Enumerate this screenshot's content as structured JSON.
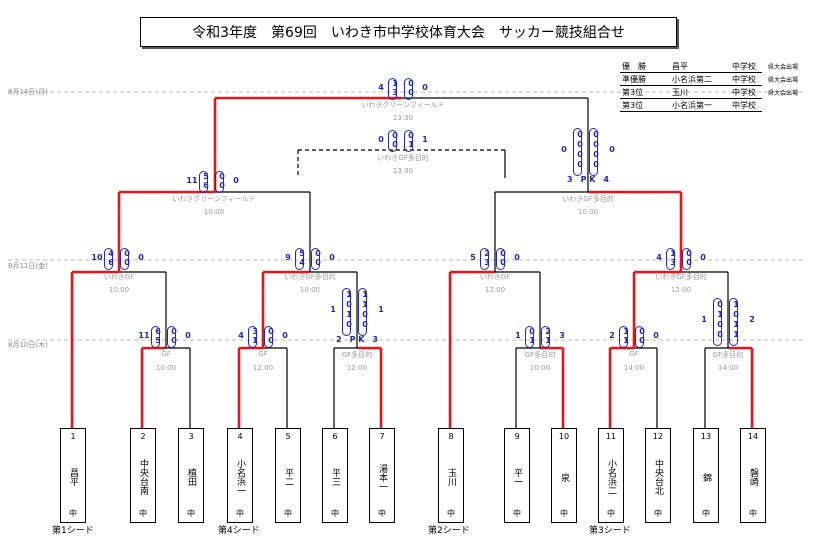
{
  "title": "令和3年度　第69回　いわき市中学校体育大会　サッカー競技組合せ",
  "results": [
    {
      "rank": "優　勝",
      "team": "昌平",
      "suffix": "中学校",
      "note": "県大会出場"
    },
    {
      "rank": "準優勝",
      "team": "小名浜第二",
      "suffix": "中学校",
      "note": "県大会出場"
    },
    {
      "rank": "第3位",
      "team": "玉川",
      "suffix": "中学校",
      "note": "県大会出場"
    },
    {
      "rank": "第3位",
      "team": "小名浜第一",
      "suffix": "中学校",
      "note": ""
    }
  ],
  "dates": {
    "d14": "8月14日(月)",
    "d11": "8月11日(金)",
    "d10": "8月10日(木)"
  },
  "teams": [
    {
      "no": "1",
      "name": "昌平",
      "suffix": "中"
    },
    {
      "no": "2",
      "name": "中央台南",
      "suffix": "中"
    },
    {
      "no": "3",
      "name": "植田",
      "suffix": "中"
    },
    {
      "no": "4",
      "name": "小名浜一",
      "suffix": "中"
    },
    {
      "no": "5",
      "name": "平二",
      "suffix": "中"
    },
    {
      "no": "6",
      "name": "平三",
      "suffix": "中"
    },
    {
      "no": "7",
      "name": "湯本一",
      "suffix": "中"
    },
    {
      "no": "8",
      "name": "玉川",
      "suffix": "中"
    },
    {
      "no": "9",
      "name": "平一",
      "suffix": "中"
    },
    {
      "no": "10",
      "name": "泉",
      "suffix": "中"
    },
    {
      "no": "11",
      "name": "小名浜二",
      "suffix": "中"
    },
    {
      "no": "12",
      "name": "中央台北",
      "suffix": "中"
    },
    {
      "no": "13",
      "name": "錦",
      "suffix": "中"
    },
    {
      "no": "14",
      "name": "磐崎",
      "suffix": "中"
    }
  ],
  "seeds": [
    "第1シード",
    "第4シード",
    "第2シード",
    "第3シード"
  ],
  "matches": {
    "final": {
      "venue": "いわきグリーンフィールド",
      "time": "13:30",
      "left": "4",
      "right": "0",
      "h1": [
        "1",
        "0"
      ],
      "h2": [
        "3",
        "0"
      ]
    },
    "third": {
      "venue": "いわきGF多目的",
      "time": "13:30",
      "left": "0",
      "right": "1",
      "h1": [
        "0",
        "0"
      ],
      "h2": [
        "0",
        "1"
      ]
    },
    "semi1": {
      "venue": "いわきグリーンフィールド",
      "time": "10:00",
      "left": "11",
      "right": "0",
      "h1": [
        "5",
        "0"
      ],
      "h2": [
        "6",
        "0"
      ]
    },
    "semi2": {
      "venue": "いわきGF多目的",
      "time": "10:00",
      "left": "0",
      "right": "0",
      "col1": [
        "0",
        "0",
        "0",
        "0"
      ],
      "col2": [
        "0",
        "0",
        "0",
        "0"
      ],
      "pk": "3　P K　4"
    },
    "qf1": {
      "venue": "いわきGF",
      "time": "10:00",
      "left": "10",
      "right": "0",
      "h1": [
        "4",
        "0"
      ],
      "h2": [
        "6",
        "0"
      ]
    },
    "qf2": {
      "venue": "いわきGF多目的",
      "time": "10:00",
      "left": "9",
      "right": "0",
      "h1": [
        "5",
        "0"
      ],
      "h2": [
        "4",
        "0"
      ]
    },
    "qf3": {
      "venue": "いわきGF",
      "time": "12:00",
      "left": "5",
      "right": "0",
      "h1": [
        "2",
        "0"
      ],
      "h2": [
        "3",
        "0"
      ]
    },
    "qf4": {
      "venue": "いわきGF多目的",
      "time": "12:00",
      "left": "4",
      "right": "0",
      "h1": [
        "1",
        "0"
      ],
      "h2": [
        "3",
        "0"
      ]
    },
    "r1a": {
      "venue": "GF",
      "time": "10:00",
      "left": "11",
      "right": "0",
      "h1": [
        "6",
        "0"
      ],
      "h2": [
        "5",
        "0"
      ]
    },
    "r1b": {
      "venue": "GF",
      "time": "12:00",
      "left": "4",
      "right": "0",
      "h1": [
        "3",
        "0"
      ],
      "h2": [
        "1",
        "0"
      ]
    },
    "r1c": {
      "venue": "GF多目的",
      "time": "12:00",
      "left": "1",
      "right": "1",
      "col1": [
        "1",
        "0",
        "1",
        "0"
      ],
      "col2": [
        "1",
        "1",
        "0",
        "0"
      ],
      "pk": "2　P K　3"
    },
    "r1d": {
      "venue": "GF多目的",
      "time": "10:00",
      "left": "1",
      "right": "3",
      "h1": [
        "0",
        "2"
      ],
      "h2": [
        "1",
        "1"
      ]
    },
    "r1e": {
      "venue": "GF",
      "time": "14:00",
      "left": "2",
      "right": "0",
      "h1": [
        "1",
        "0"
      ],
      "h2": [
        "1",
        "0"
      ]
    },
    "r1f": {
      "venue": "GF多目的",
      "time": "14:00",
      "left": "1",
      "right": "2",
      "col1": [
        "0",
        "1",
        "0",
        "0"
      ],
      "col2": [
        "1",
        "0",
        "1",
        "1"
      ],
      "pk": ""
    }
  },
  "colors": {
    "win": "#e8141b",
    "lose": "#000000",
    "score": "#1f2aa8",
    "muted": "#9a9a9a"
  }
}
